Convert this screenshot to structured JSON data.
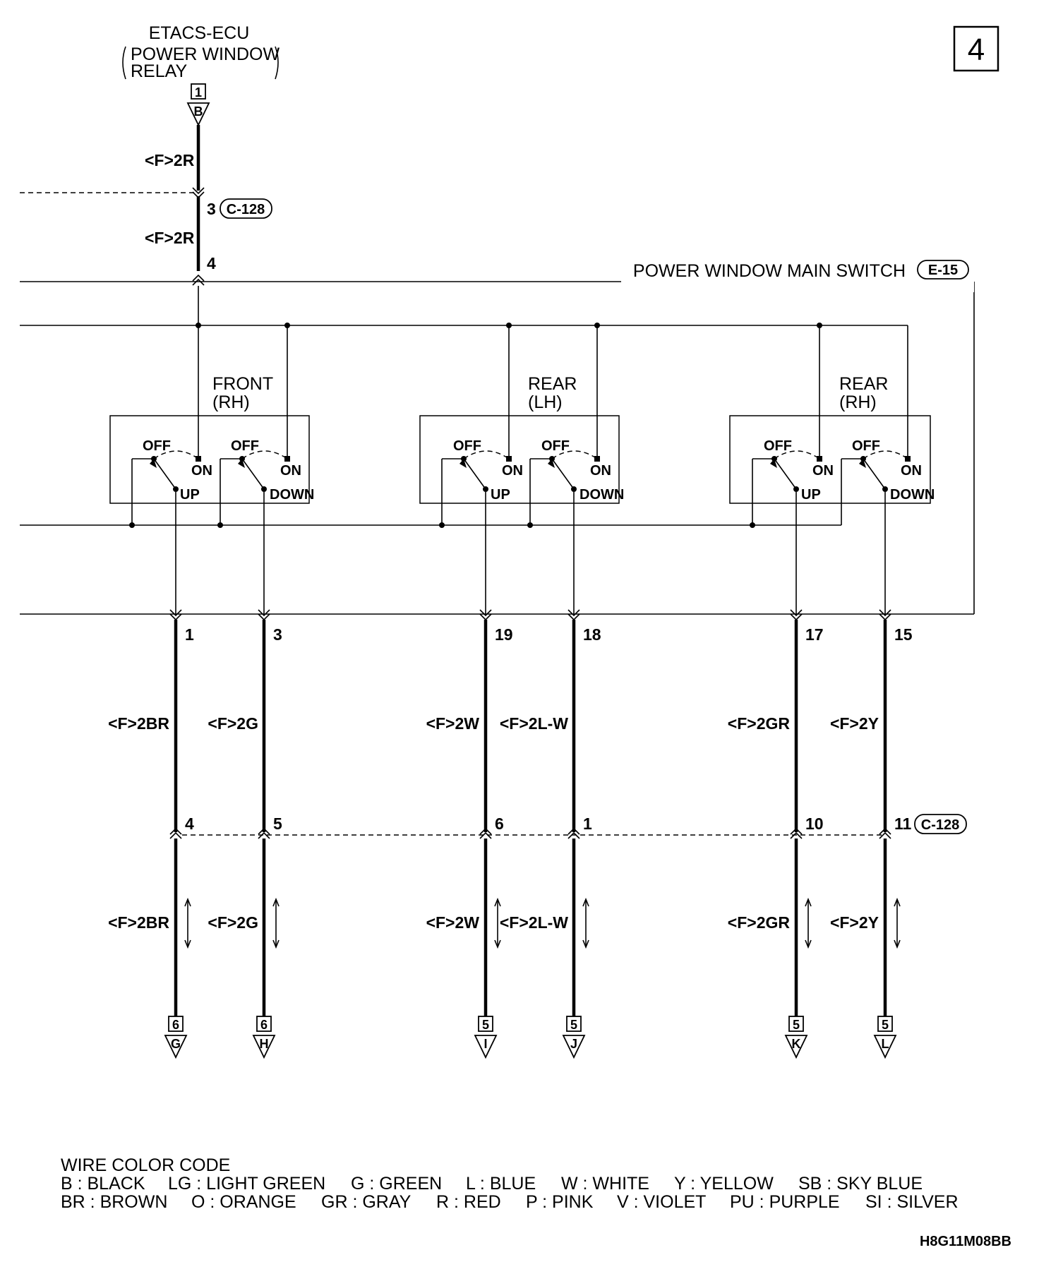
{
  "page_number": "4",
  "source": {
    "name_line1": "ETACS-ECU",
    "name_line2": "POWER WINDOW",
    "name_line3": "RELAY",
    "page_ref": "1",
    "letter": "B"
  },
  "top_wires": [
    {
      "label": "<F>2R"
    },
    {
      "label": "<F>2R"
    }
  ],
  "top_connector": {
    "pin": "3",
    "id": "C-128"
  },
  "switch_in_pin": "4",
  "main_switch": {
    "name": "POWER WINDOW MAIN SWITCH",
    "connector": "E-15"
  },
  "switches": [
    {
      "title_line1": "FRONT",
      "title_line2": "(RH)",
      "off1": "OFF",
      "on1": "ON",
      "out1": "UP",
      "off2": "OFF",
      "on2": "ON",
      "out2": "DOWN"
    },
    {
      "title_line1": "REAR",
      "title_line2": "(LH)",
      "off1": "OFF",
      "on1": "ON",
      "out1": "UP",
      "off2": "OFF",
      "on2": "ON",
      "out2": "DOWN"
    },
    {
      "title_line1": "REAR",
      "title_line2": "(RH)",
      "off1": "OFF",
      "on1": "ON",
      "out1": "UP",
      "off2": "OFF",
      "on2": "ON",
      "out2": "DOWN"
    }
  ],
  "outputs": [
    {
      "pin_top": "1",
      "wire": "<F>2BR",
      "pin_mid": "4",
      "page_ref": "6",
      "letter": "G"
    },
    {
      "pin_top": "3",
      "wire": "<F>2G",
      "pin_mid": "5",
      "page_ref": "6",
      "letter": "H"
    },
    {
      "pin_top": "19",
      "wire": "<F>2W",
      "pin_mid": "6",
      "page_ref": "5",
      "letter": "I"
    },
    {
      "pin_top": "18",
      "wire": "<F>2L-W",
      "pin_mid": "1",
      "page_ref": "5",
      "letter": "J"
    },
    {
      "pin_top": "17",
      "wire": "<F>2GR",
      "pin_mid": "10",
      "page_ref": "5",
      "letter": "K"
    },
    {
      "pin_top": "15",
      "wire": "<F>2Y",
      "pin_mid": "11",
      "page_ref": "5",
      "letter": "L"
    }
  ],
  "bottom_connector": {
    "id": "C-128"
  },
  "legend": {
    "title": "WIRE COLOR CODE",
    "row1": [
      "B : BLACK",
      "LG : LIGHT GREEN",
      "G : GREEN",
      "L : BLUE",
      "W : WHITE",
      "Y : YELLOW",
      "SB : SKY BLUE"
    ],
    "row2": [
      "BR : BROWN",
      "O : ORANGE",
      "GR : GRAY",
      "R : RED",
      "P : PINK",
      "V : VIOLET",
      "PU : PURPLE",
      "SI : SILVER"
    ]
  },
  "figure_code": "H8G11M08BB"
}
